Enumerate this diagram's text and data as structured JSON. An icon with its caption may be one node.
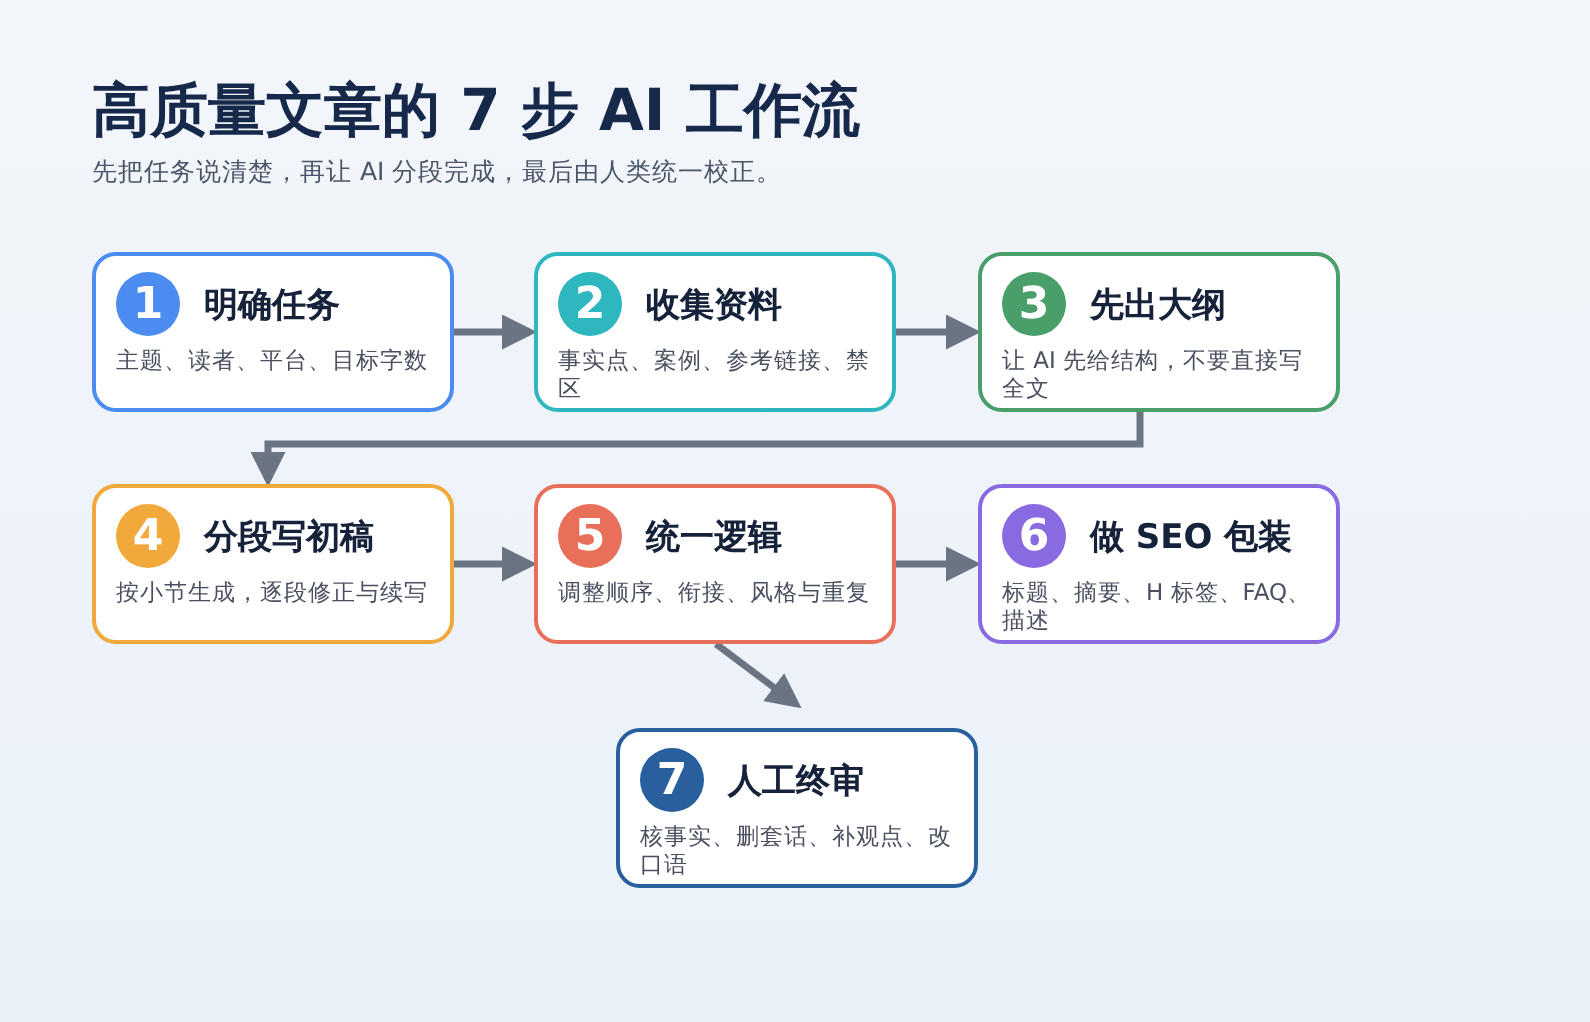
{
  "diagram": {
    "title": "高质量文章的 7 步 AI 工作流",
    "caption": "先把任务说清楚，再让 AI 分段完成，最后由人类统一校正。",
    "nodes": [
      {
        "text": [
          "1",
          "明确任务",
          "主题、读者、平台、目标字数"
        ]
      },
      {
        "text": [
          "2",
          "收集资料",
          "事实点、案例、参考链接、禁区"
        ]
      },
      {
        "text": [
          "3",
          "先出大纲",
          "让 AI 先给结构，不要直接写全文"
        ]
      },
      {
        "text": [
          "4",
          "分段写初稿",
          "按小节生成，逐段修正与续写"
        ]
      },
      {
        "text": [
          "5",
          "统一逻辑",
          "调整顺序、衔接、风格与重复"
        ]
      },
      {
        "text": [
          "6",
          "做 SEO 包装",
          "标题、摘要、H 标签、FAQ、描述"
        ]
      },
      {
        "text": [
          "7",
          "人工终审",
          "核事实、删套话、补观点、改口语"
        ]
      }
    ],
    "edges": [
      {
        "from": 0,
        "to": 1,
        "arrow": "to"
      },
      {
        "from": 1,
        "to": 2,
        "arrow": "to"
      },
      {
        "from": 2,
        "to": 3,
        "arrow": "to"
      },
      {
        "from": 3,
        "to": 4,
        "arrow": "to"
      },
      {
        "from": 4,
        "to": 5,
        "arrow": "to"
      },
      {
        "from": 4,
        "to": 6,
        "arrow": "to"
      }
    ]
  }
}
